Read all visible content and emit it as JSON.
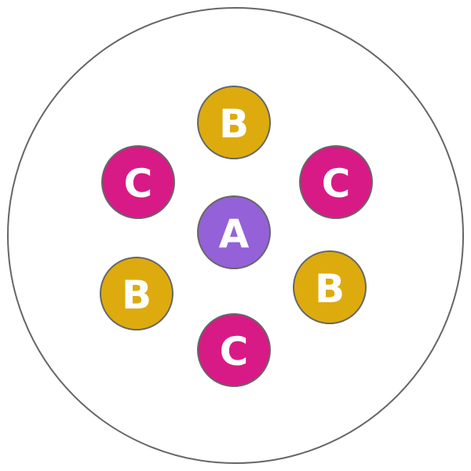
{
  "colors": {
    "A": "#9461d9",
    "B": "#ddab0d",
    "C": "#d81a86",
    "stroke": "#666666"
  },
  "nodes": [
    {
      "label": "B",
      "type": "B"
    },
    {
      "label": "C",
      "type": "C"
    },
    {
      "label": "C",
      "type": "C"
    },
    {
      "label": "A",
      "type": "A"
    },
    {
      "label": "B",
      "type": "B"
    },
    {
      "label": "B",
      "type": "B"
    },
    {
      "label": "C",
      "type": "C"
    }
  ]
}
